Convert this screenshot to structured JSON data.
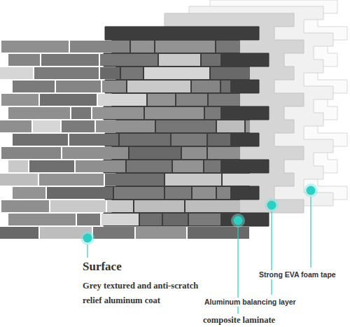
{
  "diagram": {
    "labels": [
      "Surface",
      "Strong EVA foam tape",
      "Grey textured and anti-scratch relief aluminum coat",
      "Aluminum balancing layer",
      "composite laminate"
    ]
  }
}
